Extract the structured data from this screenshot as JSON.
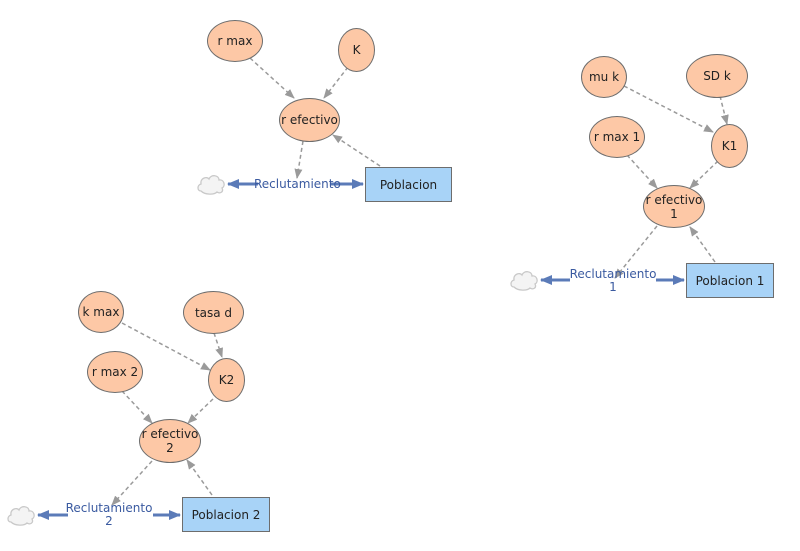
{
  "diagram": {
    "models": [
      {
        "id": "model-0",
        "variables": [
          {
            "key": "r_max",
            "label": "r max"
          },
          {
            "key": "k",
            "label": "K"
          },
          {
            "key": "r_efectivo",
            "label": "r efectivo"
          }
        ],
        "stock": {
          "key": "poblacion",
          "label": "Poblacion"
        },
        "flow": {
          "key": "reclutamiento",
          "label": "Reclutamiento"
        }
      },
      {
        "id": "model-1",
        "variables": [
          {
            "key": "mu_k",
            "label": "mu k"
          },
          {
            "key": "sd_k",
            "label": "SD k"
          },
          {
            "key": "r_max_1",
            "label": "r max 1"
          },
          {
            "key": "k1",
            "label": "K1"
          },
          {
            "key": "r_efectivo_1",
            "label": "r efectivo\n1"
          }
        ],
        "stock": {
          "key": "poblacion_1",
          "label": "Poblacion 1"
        },
        "flow": {
          "key": "reclutamiento_1",
          "label": "Reclutamiento\n1"
        }
      },
      {
        "id": "model-2",
        "variables": [
          {
            "key": "k_max",
            "label": "k max"
          },
          {
            "key": "tasa_d",
            "label": "tasa d"
          },
          {
            "key": "r_max_2",
            "label": "r max 2"
          },
          {
            "key": "k2",
            "label": "K2"
          },
          {
            "key": "r_efectivo_2",
            "label": "r efectivo\n2"
          }
        ],
        "stock": {
          "key": "poblacion_2",
          "label": "Poblacion 2"
        },
        "flow": {
          "key": "reclutamiento_2",
          "label": "Reclutamiento\n2"
        }
      }
    ],
    "colors": {
      "variable_fill": "#fdc8a6",
      "stock_fill": "#a8d3f7",
      "border": "#6d6d6d",
      "link_arrow": "#9a9a9a",
      "flow_arrow": "#5b7bb8",
      "flow_label": "#3a5aa0",
      "cloud": "#c9c9c9"
    }
  }
}
